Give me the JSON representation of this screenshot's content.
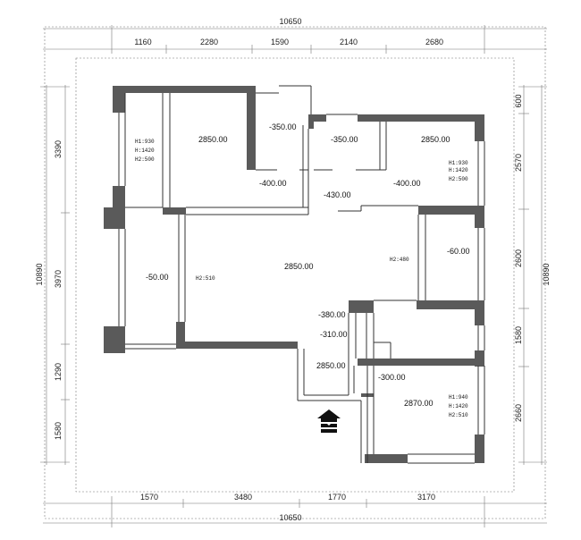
{
  "dimensions": {
    "top_total": "10650",
    "top_segments": [
      "1160",
      "2280",
      "1590",
      "2140",
      "2680"
    ],
    "bottom_total": "10650",
    "bottom_segments": [
      "1570",
      "3480",
      "1770",
      "3170"
    ],
    "left_total": "10890",
    "left_segments": [
      "3390",
      "3970",
      "1290",
      "1580"
    ],
    "right_total": "10890",
    "right_segments": [
      "600",
      "2570",
      "2600",
      "1580",
      "2660"
    ]
  },
  "elevations": {
    "bedroom_top_left": "2850.00",
    "bath_top_left": "-350.00",
    "bath_top_right": "-350.00",
    "bedroom_top_right": "2850.00",
    "floor_left": "-400.00",
    "floor_mid": "-430.00",
    "floor_right": "-400.00",
    "balcony_left": "-50.00",
    "living": "2850.00",
    "room_right": "-60.00",
    "hall_1": "-380.00",
    "hall_2": "-310.00",
    "entry": "2850.00",
    "bath_lower": "-300.00",
    "bedroom_lower_right": "2870.00"
  },
  "window_notes": {
    "top_left": [
      "H1:930",
      "H:1420",
      "H2:500"
    ],
    "top_right": [
      "H1:930",
      "H:1420",
      "H2:500"
    ],
    "lower_right": [
      "H1:940",
      "H:1420",
      "H2:510"
    ],
    "left_mid": "H2:510",
    "right_mid": "H2:480"
  },
  "colors": {
    "wall": "#5a5a5a",
    "line": "#333333"
  }
}
